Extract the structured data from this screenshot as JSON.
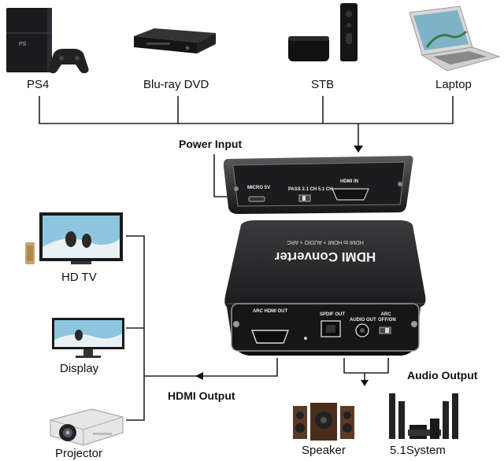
{
  "sources": [
    {
      "label": "PS4",
      "icon": "ps4-console-icon"
    },
    {
      "label": "Blu-ray DVD",
      "icon": "bluray-player-icon"
    },
    {
      "label": "STB",
      "icon": "settop-box-icon"
    },
    {
      "label": "Laptop",
      "icon": "laptop-icon"
    }
  ],
  "power_input_label": "Power Input",
  "converter": {
    "title": "HDMI Converter",
    "subtitle": "HDMI to HDMI + AUDIO + ARC",
    "back_ports": {
      "micro": "MICRO 5V",
      "switch": "PASS 2.1 CH 5.1 CH",
      "hdmi_in": "HDMI IN"
    },
    "front_ports": {
      "arc_hdmi_out": "ARC HDMI OUT",
      "spdif_out": "SPDIF OUT",
      "audio_out": "AUDIO OUT",
      "arc_switch": "ARC OFF/ON"
    }
  },
  "displays": [
    {
      "label": "HD TV",
      "icon": "hdtv-icon"
    },
    {
      "label": "Display",
      "icon": "monitor-icon"
    },
    {
      "label": "Projector",
      "icon": "projector-icon"
    }
  ],
  "hdmi_output_label": "HDMI Output",
  "audio_output_label": "Audio Output",
  "audio_devices": [
    {
      "label": "Speaker",
      "icon": "speaker-icon"
    },
    {
      "label": "5.1System",
      "icon": "surround-system-icon"
    }
  ]
}
